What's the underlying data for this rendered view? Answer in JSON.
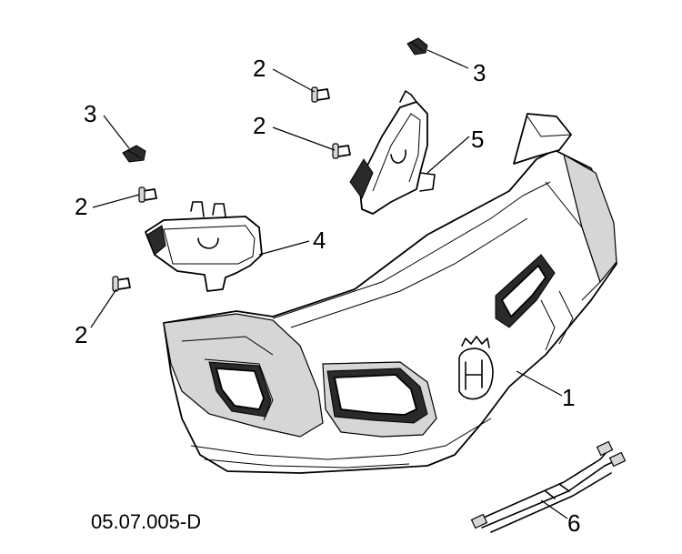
{
  "figure_code": "05.07.005-D",
  "callouts": {
    "c1": "1",
    "c2a": "2",
    "c2b": "2",
    "c2c": "2",
    "c2d": "2",
    "c3a": "3",
    "c3b": "3",
    "c4": "4",
    "c5": "5",
    "c6": "6"
  }
}
